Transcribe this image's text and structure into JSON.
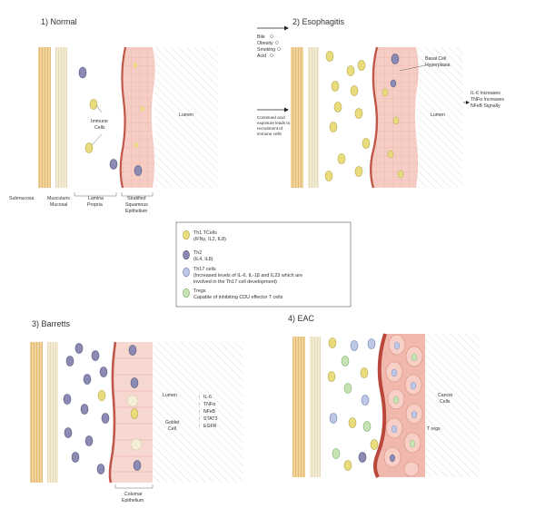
{
  "panels": {
    "normal": {
      "title": "1) Normal",
      "labels": {
        "submucosa": "Submucosa",
        "muscularis_1": "Muscularis",
        "muscularis_2": "Mucosal",
        "lamina_1": "Lamina",
        "lamina_2": "Propria",
        "stratified_1": "Stratified",
        "stratified_2": "Squamous",
        "stratified_3": "Epithelium",
        "lumen": "Lumen",
        "immune_1": "Immune",
        "immune_2": "Cells"
      }
    },
    "esophagitis": {
      "title": "2) Esophagitis",
      "risk_factors": [
        "Bile",
        "Obesity",
        "Smoking",
        "Acid"
      ],
      "exposure_text": [
        "Continued acid",
        "exposure leads to",
        "recruitment of",
        "immune cells"
      ],
      "labels": {
        "basal_1": "Basal Cell",
        "basal_2": "Hyperplasia",
        "lumen": "Lumen"
      },
      "effects": [
        "IL-6 Increases",
        "TNFα Increases",
        "NFκB Signally"
      ]
    },
    "barretts": {
      "title": "3) Barretts",
      "labels": {
        "lumen": "Lumen",
        "goblet_1": "Goblet",
        "goblet_2": "Cell",
        "columar_1": "Columar",
        "columar_2": "Epithelium"
      },
      "markers": [
        "IL-6",
        "TNFα",
        "NFκB",
        "STAT3",
        "EGFR"
      ]
    },
    "eac": {
      "title": "4) EAC",
      "labels": {
        "cancer_1": "Cancer",
        "cancer_2": "Cells",
        "tregs": "T regs"
      }
    }
  },
  "legend": {
    "items": [
      {
        "lines": [
          "Th1 TCells",
          "(IFNγ, IL2, IL8)"
        ],
        "color": "#e9dc7c"
      },
      {
        "lines": [
          "Th2",
          "(IL4, IL8)"
        ],
        "color": "#8a8ab4"
      },
      {
        "lines": [
          "Th17 cells",
          "(Increased levels of IL-6,  IL-1β and IL23 which are",
          "involved in the Th17 cell development)"
        ],
        "color": "#bcc8e6"
      },
      {
        "lines": [
          "Tregs",
          "Capable of inhibiting CDU effector T cells"
        ],
        "color": "#c6e3b4"
      }
    ]
  },
  "colors": {
    "th1": "#e9dc7c",
    "th2": "#8a8ab4",
    "th17": "#bcc8e6",
    "treg": "#c6e3b4",
    "epithelium": "#f4c6bf",
    "wall": "#e5b46c"
  }
}
